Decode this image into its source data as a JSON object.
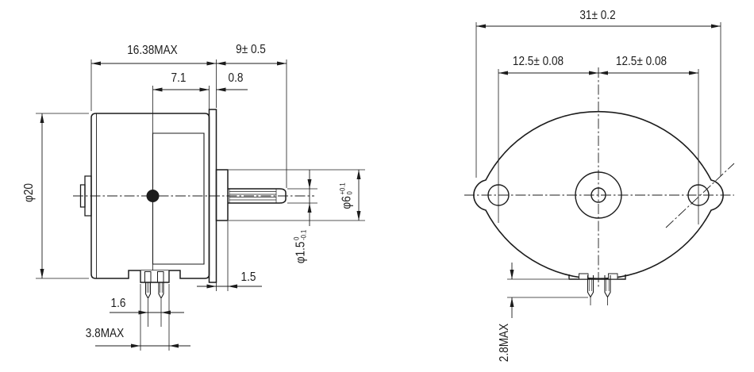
{
  "drawing": {
    "type": "engineering-outline-drawing",
    "subject": "miniature stepper motor, side view and front flange view",
    "colors": {
      "line": "#1c1c1c",
      "background": "#ffffff"
    },
    "side_view": {
      "dim_body_length": "16.38MAX",
      "dim_shaft_length": "9± 0.5",
      "dim_label_offset": "7.1",
      "dim_flange_thickness": "0.8",
      "dim_body_diameter": "φ20",
      "dim_hub_diameter": {
        "value": "φ6",
        "tol_upper": "+0.1",
        "tol_lower": "0"
      },
      "dim_shaft_diameter": {
        "value": "φ1.5",
        "tol_upper": "0",
        "tol_lower": "-0.1"
      },
      "dim_hub_protrusion": "1.5",
      "dim_pin_pitch": "1.6",
      "dim_terminal_width": "3.8MAX"
    },
    "front_view": {
      "dim_overall_width": "31± 0.2",
      "dim_hole_spacing_left": "12.5± 0.08",
      "dim_hole_spacing_right": "12.5± 0.08",
      "dim_pin_length": "2.8MAX"
    }
  }
}
